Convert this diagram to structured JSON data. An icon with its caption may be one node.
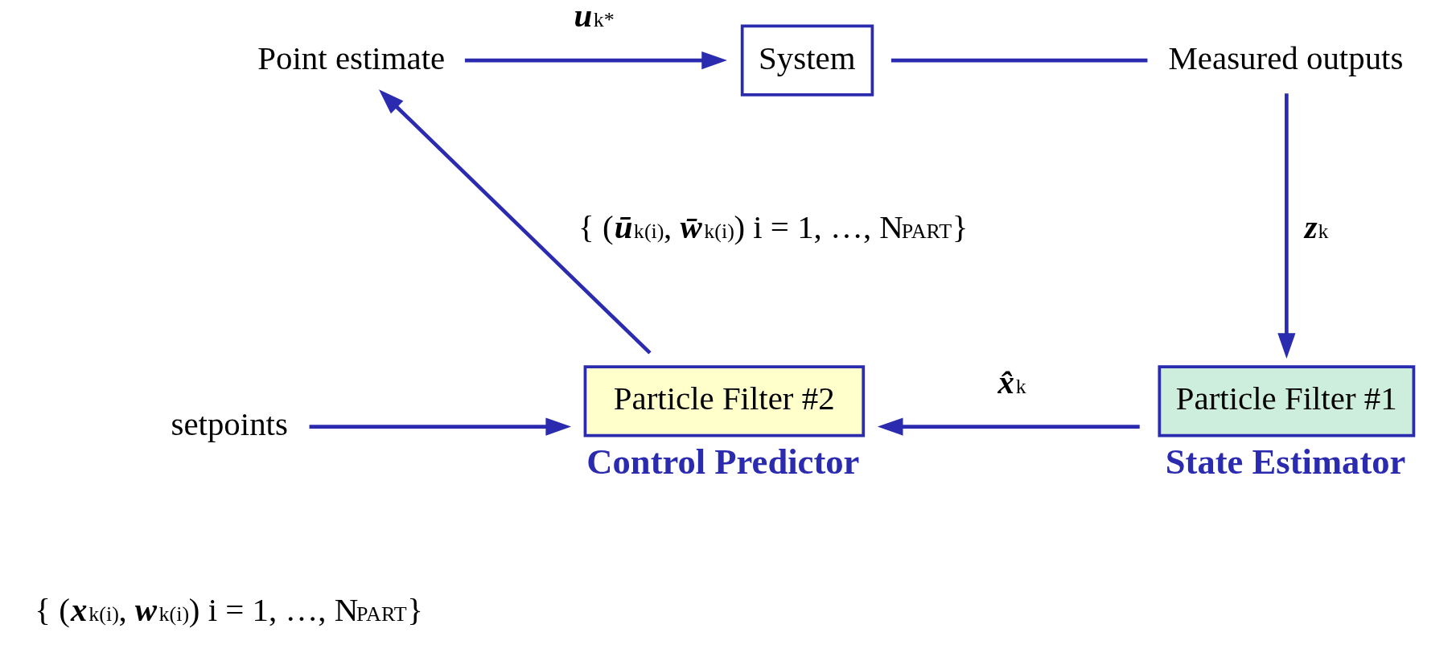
{
  "diagram": {
    "nodes": [
      {
        "text": [
          "Point estimate"
        ]
      },
      {
        "text": [
          "System"
        ]
      },
      {
        "text": [
          "Measured outputs"
        ]
      },
      {
        "text": [
          "setpoints"
        ]
      },
      {
        "text": [
          "Particle Filter #2"
        ],
        "beside": [
          "Control Predictor"
        ]
      },
      {
        "text": [
          "Particle Filter #1"
        ],
        "beside": [
          "State Estimator"
        ]
      }
    ],
    "edges": [
      {
        "from": 0,
        "to": 1,
        "arrow": "to",
        "label": "**u**$_{k}$$^{*}$"
      },
      {
        "from": 1,
        "to": 2,
        "arrow": "none"
      },
      {
        "from": 2,
        "to": 5,
        "arrow": "to",
        "label": "**z**$_{k}$"
      },
      {
        "from": 5,
        "to": 4,
        "arrow": "to",
        "label": "**x̂**$_{k}$"
      },
      {
        "from": 4,
        "to": 0,
        "arrow": "to",
        "label": "{ (**ū**$_{k}$$^{(i)}$, **w̄**$_{k}$$^{(i)}$) i = 1, …, N$_{PART}$}"
      },
      {
        "from": 3,
        "to": 4,
        "arrow": "to"
      }
    ],
    "labels": [
      "{ (**x**$_{k}$$^{(i)}$, **w**$_{k}$$^{(i)}$) i = 1, …, N$_{PART}$}"
    ]
  }
}
